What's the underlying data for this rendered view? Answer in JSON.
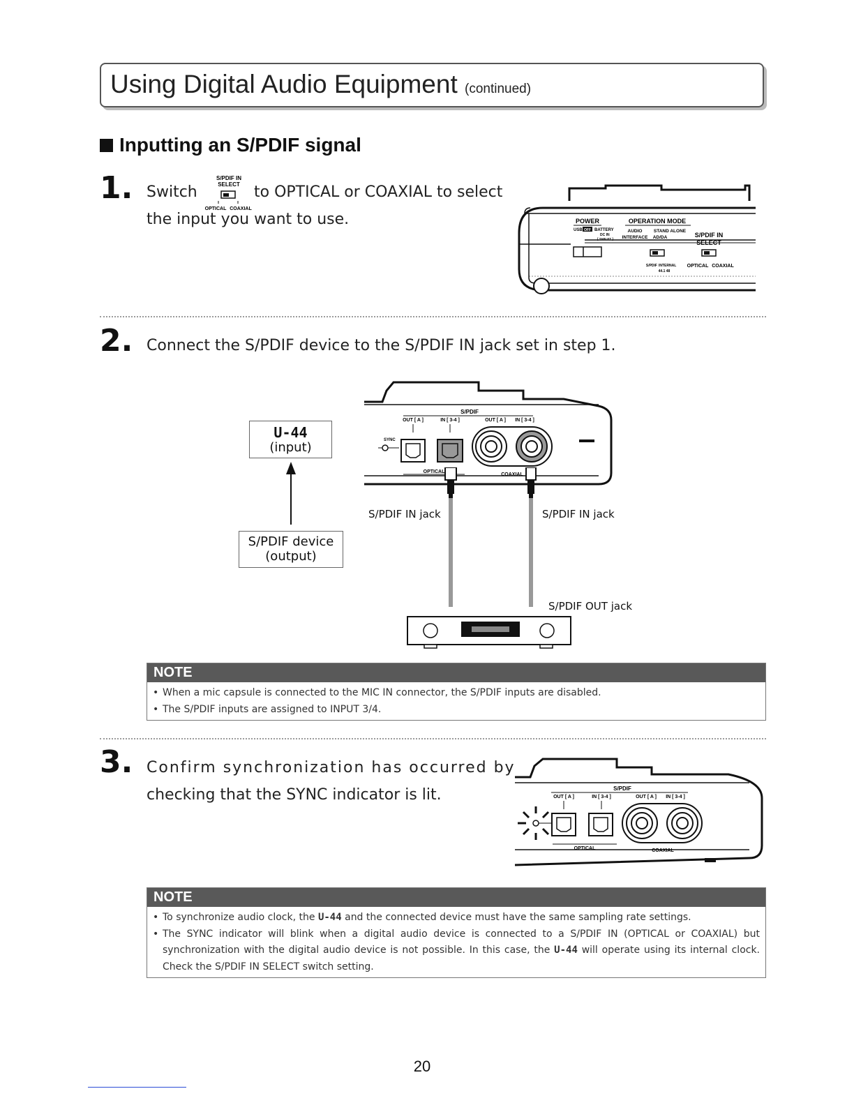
{
  "header": {
    "title": "Using Digital Audio Equipment",
    "subtitle": "(continued)"
  },
  "section": {
    "title": "Inputting an S/PDIF signal"
  },
  "steps": [
    {
      "number": "1.",
      "pre": "Switch",
      "post": "to OPTICAL or COAXIAL to select",
      "line2": "the input you want to use."
    },
    {
      "number": "2.",
      "text": "Connect the S/PDIF device to the S/PDIF IN jack set in step 1."
    },
    {
      "number": "3.",
      "line1": "Confirm synchronization has occurred by",
      "line2": "checking that the SYNC indicator is lit."
    }
  ],
  "switch_icon": {
    "top": "S/PDIF IN",
    "top2": "SELECT",
    "left": "OPTICAL",
    "right": "COAXIAL"
  },
  "panel1": {
    "power": "POWER",
    "operation_mode": "OPERATION MODE",
    "usb": "USB",
    "off": "OFF",
    "battery": "BATTERY",
    "dc_in": "DC IN",
    "tablet": "[ TABLET ]",
    "audio": "AUDIO",
    "interface": "INTERFACE",
    "stand_alone": "STAND ALONE",
    "ad_da": "AD/DA",
    "spdif_in": "S/PDIF IN",
    "select": "SELECT",
    "spdif": "S/PDIF",
    "internal": "INTERNAL",
    "rates": "44.1  48",
    "optical": "OPTICAL",
    "coaxial": "COAXIAL"
  },
  "diagram": {
    "product": "U-44",
    "product_role": "(input)",
    "device": "S/PDIF device",
    "device_role": "(output)",
    "in_jack_left": "S/PDIF IN jack",
    "in_jack_right": "S/PDIF IN jack",
    "out_jack": "S/PDIF OUT jack",
    "panel": {
      "spdif": "S/PDIF",
      "out_a": "OUT [ A ]",
      "in_34": "IN [ 3-4 ]",
      "sync": "SYNC",
      "optical": "OPTICAL",
      "coaxial": "COAXIAL"
    }
  },
  "note1": {
    "header": "NOTE",
    "items": [
      "When a mic capsule is connected to the MIC IN connector, the S/PDIF inputs are disabled.",
      "The S/PDIF inputs are assigned to INPUT 3/4."
    ]
  },
  "note2": {
    "header": "NOTE",
    "item1_a": "To synchronize audio clock, the",
    "item1_logo": "U-44",
    "item1_b": "and the connected device must have the same sampling rate settings.",
    "item2_a": "The SYNC indicator will blink when a digital audio device is connected to a S/PDIF IN (OPTICAL or COAXIAL) but synchronization with the digital audio device is not possible. In this case, the",
    "item2_logo": "U-44",
    "item2_b": "will operate using its internal clock. Check the S/PDIF IN SELECT switch setting."
  },
  "footer": {
    "page_number": "20"
  }
}
